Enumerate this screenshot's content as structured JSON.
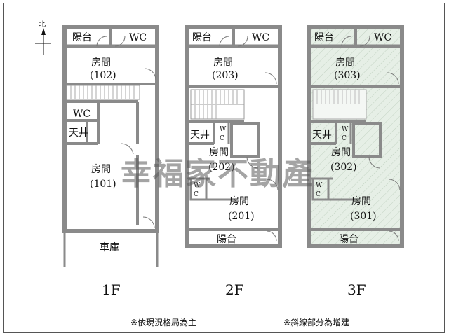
{
  "compass": {
    "north_label": "北"
  },
  "floors": [
    {
      "caption": "1F",
      "rooms": {
        "balcony_top": "陽台",
        "wc_top": "WC",
        "room_a": "房間",
        "room_a_no": "(102)",
        "wc_mid": "WC",
        "light_well": "天井",
        "room_b": "房間",
        "room_b_no": "(101)",
        "garage": "車庫"
      }
    },
    {
      "caption": "2F",
      "rooms": {
        "balcony_top": "陽台",
        "wc_top": "WC",
        "room_a": "房間",
        "room_a_no": "(203)",
        "light_well": "天井",
        "wc_small_a_w": "W",
        "wc_small_a_c": "C",
        "room_b": "房間",
        "room_b_no": "(202)",
        "wc_small_b_w": "W",
        "wc_small_b_c": "C",
        "room_c": "房間",
        "room_c_no": "(201)",
        "balcony_bottom": "陽台"
      }
    },
    {
      "caption": "3F",
      "rooms": {
        "balcony_top": "陽台",
        "wc_top": "WC",
        "room_a": "房間",
        "room_a_no": "(303)",
        "light_well": "天井",
        "wc_small_a_w": "W",
        "wc_small_a_c": "C",
        "room_b": "房間",
        "room_b_no": "(302)",
        "wc_small_b_w": "W",
        "wc_small_b_c": "C",
        "room_c": "房間",
        "room_c_no": "(301)",
        "balcony_bottom": "陽台"
      }
    }
  ],
  "watermark": "幸福家不動產",
  "notes": {
    "left": "※依現況格局為主",
    "right": "※斜線部分為增建"
  },
  "colors": {
    "wall": "#8a8a8a",
    "extension_fill": "#e6efe6"
  }
}
